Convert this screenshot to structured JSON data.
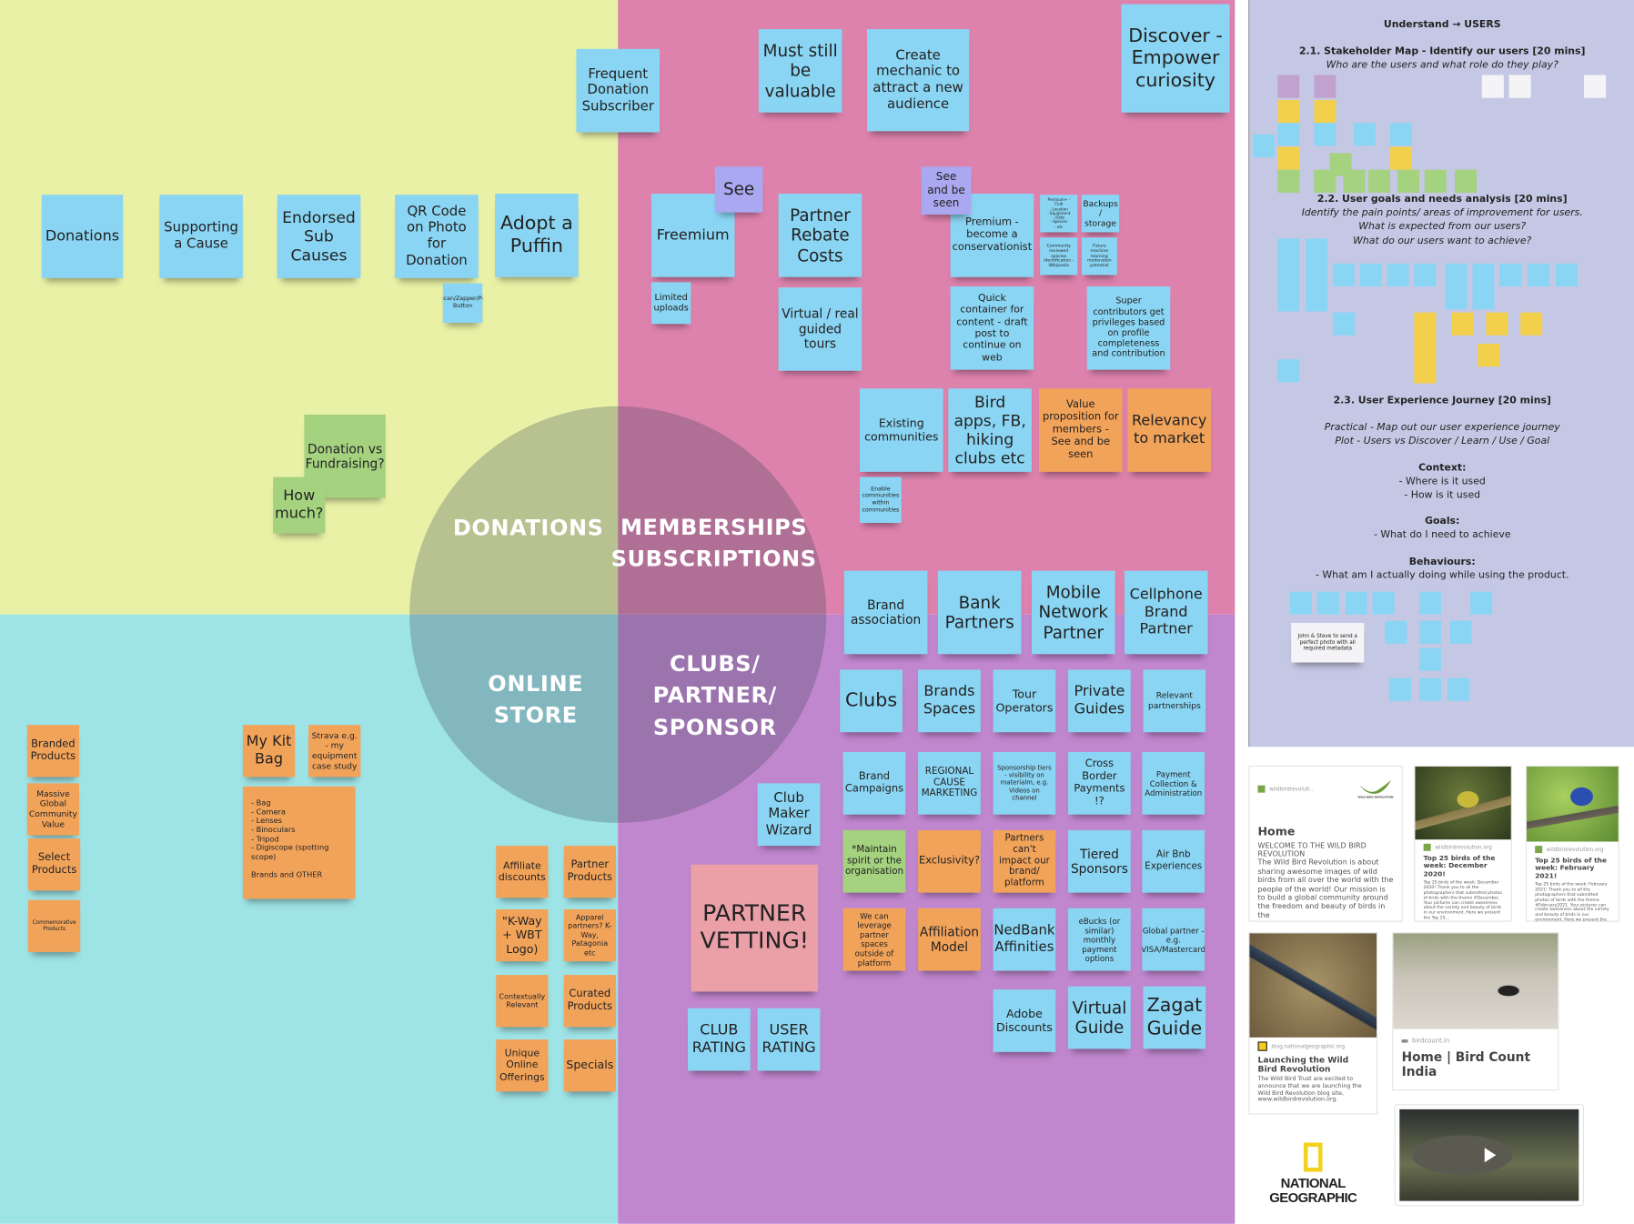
{
  "colors": {
    "donations_bg": "#e8f1a6",
    "memberships_bg": "#dd82ad",
    "store_bg": "#9ee3e6",
    "clubs_bg": "#c086ce",
    "panel_bg": "#c5c8e4",
    "blue": "#8ad5f3",
    "orange": "#f2a35a",
    "green": "#a4d27f",
    "violet": "#a9a8f0",
    "pink": "#eba0a8",
    "yellow": "#f2d04c",
    "purple": "#c1a2cf",
    "white": "#f4f4f6"
  },
  "quadrants": {
    "donations": "DONATIONS",
    "memberships": "MEMBERSHIPS\nSUBSCRIPTIONS",
    "store": "ONLINE\nSTORE",
    "clubs": "CLUBS/\nPARTNER/\nSPONSOR"
  },
  "notes": [
    {
      "text": "Frequent Donation Subscriber",
      "color": "#8ad5f3"
    },
    {
      "text": "Donations",
      "color": "#8ad5f3"
    },
    {
      "text": "Supporting a Cause",
      "color": "#8ad5f3"
    },
    {
      "text": "Endorsed Sub Causes",
      "color": "#8ad5f3"
    },
    {
      "text": "QR Code on Photo for Donation",
      "color": "#8ad5f3"
    },
    {
      "text": "Adopt a Puffin",
      "color": "#8ad5f3"
    },
    {
      "text": "Snapscan/Zapper/Payfast Button",
      "color": "#8ad5f3"
    },
    {
      "text": "Donation vs Fundraising?",
      "color": "#a4d27f"
    },
    {
      "text": "How much?",
      "color": "#a4d27f"
    },
    {
      "text": "Must still be valuable",
      "color": "#8ad5f3"
    },
    {
      "text": "Create mechanic to attract a new audience",
      "color": "#8ad5f3"
    },
    {
      "text": "Discover - Empower curiosity",
      "color": "#8ad5f3"
    },
    {
      "text": "See",
      "color": "#a9a8f0"
    },
    {
      "text": "Freemium",
      "color": "#8ad5f3"
    },
    {
      "text": "Limited uploads",
      "color": "#8ad5f3"
    },
    {
      "text": "Partner Rebate Costs",
      "color": "#8ad5f3"
    },
    {
      "text": "Virtual / real guided tours",
      "color": "#8ad5f3"
    },
    {
      "text": "See and be seen",
      "color": "#a9a8f0"
    },
    {
      "text": "Premium - become a conservationist",
      "color": "#8ad5f3"
    },
    {
      "text": "Premium+ - Club\n- Location\n- Equipment\n- Date\n- Species\n- etc",
      "color": "#8ad5f3"
    },
    {
      "text": "Backups / storage",
      "color": "#8ad5f3"
    },
    {
      "text": "Community reviewed species identification - Wikipedia",
      "color": "#8ad5f3"
    },
    {
      "text": "Future machine learning moderation potential",
      "color": "#8ad5f3"
    },
    {
      "text": "Quick container for content - draft post to continue on web",
      "color": "#8ad5f3"
    },
    {
      "text": "Super contributors get privileges based on profile completeness and contribution",
      "color": "#8ad5f3"
    },
    {
      "text": "Existing communities",
      "color": "#8ad5f3"
    },
    {
      "text": "Bird apps, FB, hiking clubs etc",
      "color": "#8ad5f3"
    },
    {
      "text": "Value proposition for members - See and be seen",
      "color": "#f2a35a"
    },
    {
      "text": "Relevancy to market",
      "color": "#f2a35a"
    },
    {
      "text": "Enable communities within communities",
      "color": "#8ad5f3"
    },
    {
      "text": "Brand association",
      "color": "#8ad5f3"
    },
    {
      "text": "Bank Partners",
      "color": "#8ad5f3"
    },
    {
      "text": "Mobile Network Partner",
      "color": "#8ad5f3"
    },
    {
      "text": "Cellphone Brand Partner",
      "color": "#8ad5f3"
    },
    {
      "text": "Clubs",
      "color": "#8ad5f3"
    },
    {
      "text": "Brands Spaces",
      "color": "#8ad5f3"
    },
    {
      "text": "Tour Operators",
      "color": "#8ad5f3"
    },
    {
      "text": "Private Guides",
      "color": "#8ad5f3"
    },
    {
      "text": "Relevant partnerships",
      "color": "#8ad5f3"
    },
    {
      "text": "Brand Campaigns",
      "color": "#8ad5f3"
    },
    {
      "text": "REGIONAL CAUSE MARKETING",
      "color": "#8ad5f3"
    },
    {
      "text": "Sponsorship tiers - visibility on materialm, e.g. Videos on channel",
      "color": "#8ad5f3"
    },
    {
      "text": "Cross Border Payments !?",
      "color": "#8ad5f3"
    },
    {
      "text": "Payment Collection & Administration",
      "color": "#8ad5f3"
    },
    {
      "text": "*Maintain spirit or the organisation",
      "color": "#a4d27f"
    },
    {
      "text": "Exclusivity?",
      "color": "#f2a35a"
    },
    {
      "text": "Partners can't impact our brand/ platform",
      "color": "#f2a35a"
    },
    {
      "text": "Tiered Sponsors",
      "color": "#8ad5f3"
    },
    {
      "text": "Air Bnb Experiences",
      "color": "#8ad5f3"
    },
    {
      "text": "We can leverage partner spaces outside of platform",
      "color": "#f2a35a"
    },
    {
      "text": "Affiliation Model",
      "color": "#f2a35a"
    },
    {
      "text": "NedBank Affinities",
      "color": "#8ad5f3"
    },
    {
      "text": "eBucks (or similar) monthly payment options",
      "color": "#8ad5f3"
    },
    {
      "text": "Global partner - e.g. VISA/Mastercard",
      "color": "#8ad5f3"
    },
    {
      "text": "Adobe Discounts",
      "color": "#8ad5f3"
    },
    {
      "text": "Virtual Guide",
      "color": "#8ad5f3"
    },
    {
      "text": "Zagat Guide",
      "color": "#8ad5f3"
    },
    {
      "text": "Club Maker Wizard",
      "color": "#8ad5f3"
    },
    {
      "text": "PARTNER VETTING!",
      "color": "#eba0a8"
    },
    {
      "text": "CLUB RATING",
      "color": "#8ad5f3"
    },
    {
      "text": "USER RATING",
      "color": "#8ad5f3"
    },
    {
      "text": "Branded Products",
      "color": "#f2a35a"
    },
    {
      "text": "Massive Global Community Value",
      "color": "#f2a35a"
    },
    {
      "text": "Select Products",
      "color": "#f2a35a"
    },
    {
      "text": "Commemorative Products",
      "color": "#f2a35a"
    },
    {
      "text": "My Kit Bag",
      "color": "#f2a35a"
    },
    {
      "text": "Strava e.g. - my equipment case study",
      "color": "#f2a35a"
    },
    {
      "text": "- Bag\n- Camera\n- Lenses\n- Binoculars\n- Tripod\n- Digiscope (spotting scope)\n\nBrands and OTHER",
      "color": "#f2a35a"
    },
    {
      "text": "Affiliate discounts",
      "color": "#f2a35a"
    },
    {
      "text": "Partner Products",
      "color": "#f2a35a"
    },
    {
      "text": "\"K-Way + WBT Logo)",
      "color": "#f2a35a"
    },
    {
      "text": "Apparel partners? K-Way, Patagonia etc",
      "color": "#f2a35a"
    },
    {
      "text": "Contextually Relevant",
      "color": "#f2a35a"
    },
    {
      "text": "Curated Products",
      "color": "#f2a35a"
    },
    {
      "text": "Unique Online Offerings",
      "color": "#f2a35a"
    },
    {
      "text": "Specials",
      "color": "#f2a35a"
    }
  ],
  "panel": {
    "title": "Understand → USERS",
    "s1_title": "2.1. Stakeholder Map - Identify our users [20 mins]",
    "s1_sub": "Who are the users and what role do they play?",
    "s2_title": "2.2. User goals and needs analysis [20 mins]",
    "s2_sub": "Identify the pain points/ areas of improvement for users.\nWhat is expected from our users?\nWhat do our users want to achieve?",
    "s3_title": "2.3. User Experience Journey [20 mins]",
    "s3_sub": "Practical - Map out our user experience journey\nPlot - Users vs Discover / Learn / Use / Goal",
    "context_h": "Context:",
    "context_t": "- Where is it used\n- How is it used",
    "goals_h": "Goals:",
    "goals_t": "- What do I need to achieve",
    "behaviours_h": "Behaviours:",
    "behaviours_t": "- What am I actually doing while using the product.",
    "journey_note": "John & Steve to send a perfect photo with all required metadata"
  },
  "cards": {
    "home": {
      "domain": "wildbirdrevoluti...",
      "logo_text": "WILD BIRD REVOLUTION",
      "title": "Home",
      "subtitle": "WELCOME TO THE WILD BIRD REVOLUTION",
      "text": "The Wild Bird Revolution is about sharing awesome images of wild birds from all over the world with the people of the world! Our mission is to build a global community around the freedom and beauty of birds in the"
    },
    "dec": {
      "domain": "wildbirdrevolution.org",
      "title": "Top 25 birds of the week: December 2020!",
      "text": "Top 25 birds of the week: December 2020! Thank you to all the photographers that submitted photos of birds with the theme #December. Your pictures can create awareness about the variety and beauty of birds in our environment. Here we present the Top 25..."
    },
    "feb": {
      "domain": "wildbirdrevolution.org",
      "title": "Top 25 birds of the week: February 2021!",
      "text": "Top 25 birds of the week: February 2021! Thank you to all the photographers that submitted photos of birds with the theme #February2021. Your pictures can create awareness about the variety and beauty of birds in our environment. Here we present the To..."
    },
    "natgeo": {
      "domain": "blog.nationalgeographic.org",
      "title": "Launching the Wild Bird Revolution",
      "text": "The Wild Bird Trust are excited to announce that we are launching the Wild Bird Revolution blog site, www.wildbirdrevolution.org."
    },
    "birdcount": {
      "domain": "birdcount.in",
      "title": "Home | Bird Count India"
    },
    "natgeo_logo": "NATIONAL\nGEOGRAPHIC",
    "video_icon": "play-icon"
  }
}
